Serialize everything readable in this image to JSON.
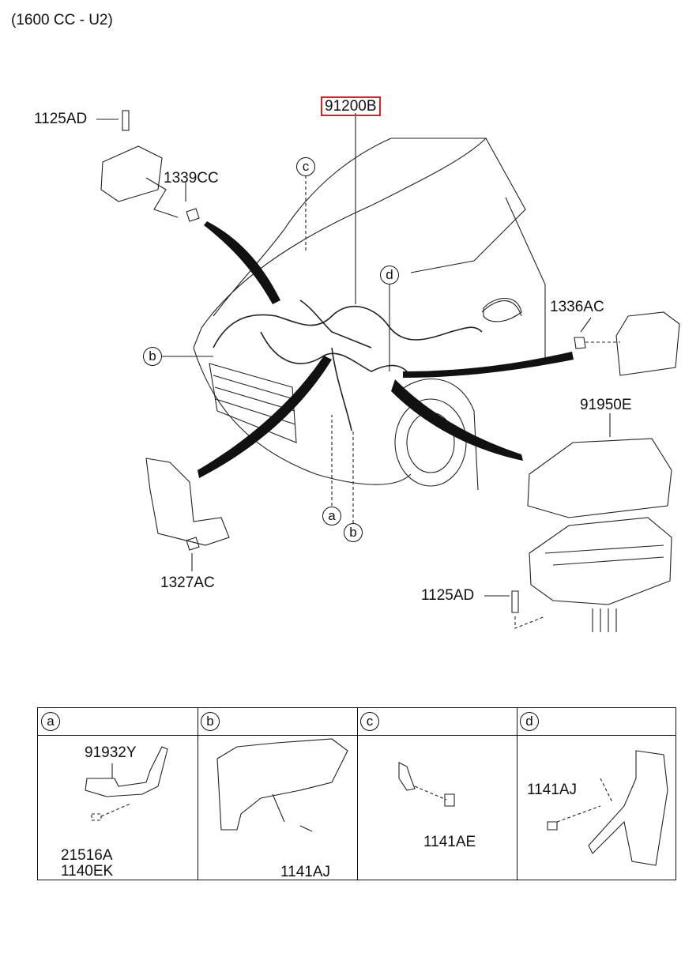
{
  "header": {
    "title": "(1600 CC - U2)"
  },
  "main": {
    "highlighted_part": "91200B",
    "labels": {
      "top_left_bolt": "1125AD",
      "top_left_nut": "1339CC",
      "right_clip": "1336AC",
      "fuse_cover": "91950E",
      "lower_left_nut": "1327AC",
      "fuse_bolt": "1125AD"
    },
    "callouts": {
      "c": "c",
      "d": "d",
      "b_left": "b",
      "a": "a",
      "b_bottom": "b"
    }
  },
  "detail_table": {
    "headers": [
      "a",
      "b",
      "c",
      "d"
    ],
    "cells": {
      "a": {
        "part1": "91932Y",
        "part2": "21516A",
        "part3": "1140EK"
      },
      "b": {
        "part1": "1141AJ"
      },
      "c": {
        "part1": "1141AE"
      },
      "d": {
        "part1": "1141AJ"
      }
    }
  },
  "colors": {
    "highlight": "#e02020",
    "line": "#111111"
  }
}
